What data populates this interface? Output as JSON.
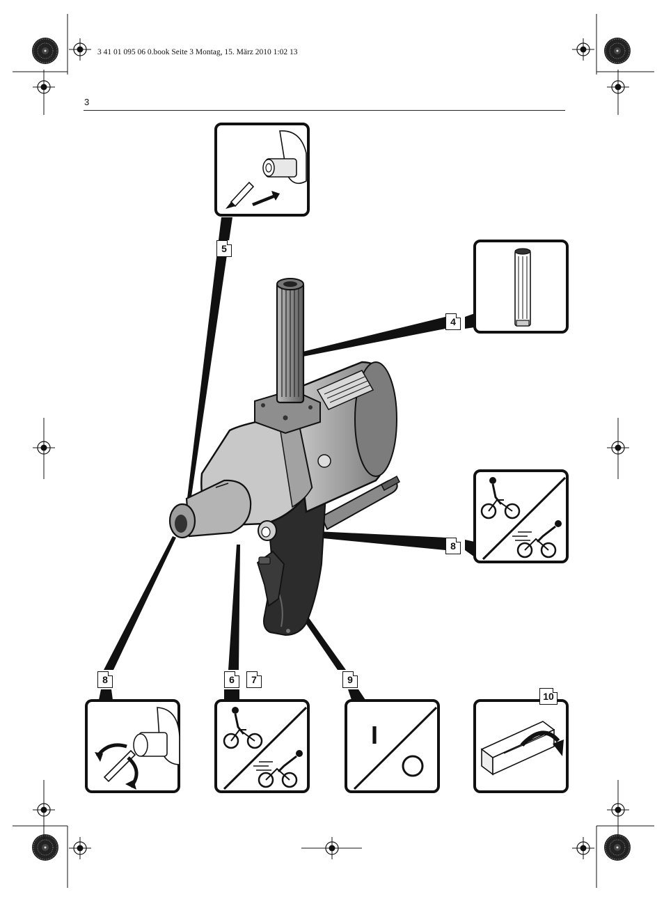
{
  "header": {
    "filename_line": "3 41 01 095 06 0.book  Seite 3  Montag, 15. März 2010  1:02 13",
    "page_number": "3"
  },
  "callouts": {
    "c5": "5",
    "c4": "4",
    "c8_right": "8",
    "c8_left": "8",
    "c6": "6",
    "c7": "7",
    "c9": "9",
    "c10": "10"
  },
  "panels": {
    "onoff_on_symbol": "I"
  },
  "colors": {
    "ink": "#111111",
    "drill_body": "#9a9a9a",
    "drill_shade": "#6f6f6f",
    "drill_light": "#c9c9c9"
  },
  "icons": [
    "registration-mark-icon",
    "color-wheel-icon",
    "tool-insert-icon",
    "spindle-sleeve-icon",
    "speed-slow-fast-icon",
    "chuck-rotate-icon",
    "on-off-icon",
    "toolbox-icon"
  ]
}
